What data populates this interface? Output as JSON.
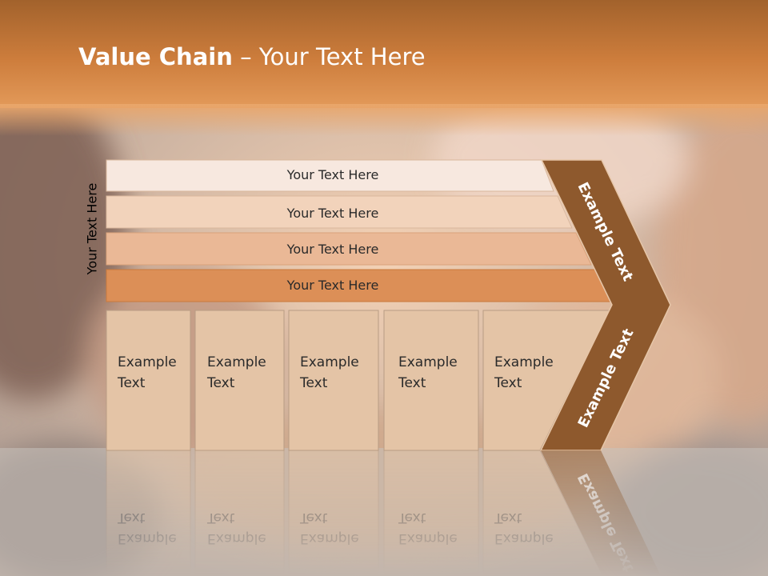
{
  "slide": {
    "title_bold": "Value Chain",
    "title_rest": " – Your Text Here",
    "side_label": "Your Text Here"
  },
  "bars": [
    {
      "label": "Your Text Here",
      "fill": "#f7e8df"
    },
    {
      "label": "Your Text Here",
      "fill": "#f2d3bb"
    },
    {
      "label": "Your Text Here",
      "fill": "#eab896"
    },
    {
      "label": "Your Text Here",
      "fill": "#dc8f57"
    }
  ],
  "columns": [
    {
      "line1": "Example",
      "line2": "Text"
    },
    {
      "line1": "Example",
      "line2": "Text"
    },
    {
      "line1": "Example",
      "line2": "Text"
    },
    {
      "line1": "Example",
      "line2": "Text"
    },
    {
      "line1": "Example",
      "line2": "Text"
    }
  ],
  "chevron": {
    "upper_label": "Example Text",
    "lower_label": "Example Text",
    "fill": "#8e592d"
  },
  "colors": {
    "header": "#c97a3d",
    "column_fill": "#e4c4a6",
    "text": "#2a2a2a"
  }
}
